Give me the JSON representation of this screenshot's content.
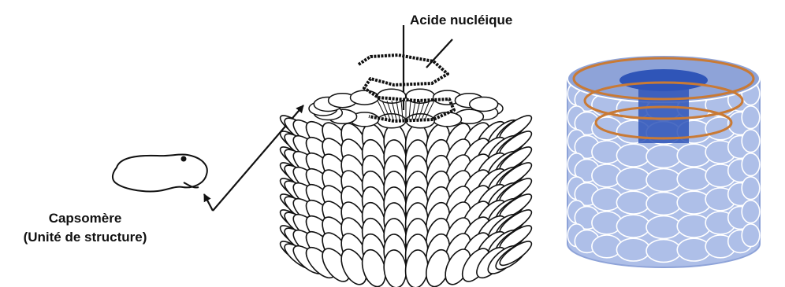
{
  "labels": {
    "nucleic_acid": "Acide nucléique",
    "capsomere_line1": "Capsomère",
    "capsomere_line2": "(Unité de structure)"
  },
  "colors": {
    "line": "#111111",
    "model_shell": "#aebfe8",
    "model_shell_dark": "#8ea3d8",
    "model_cell_edge": "#ffffff",
    "model_core": "#2f55b8",
    "rna_ring": "#c97a35"
  },
  "figure": {
    "drawing_stacked_rings": 9,
    "model_stacked_rows": 7
  }
}
